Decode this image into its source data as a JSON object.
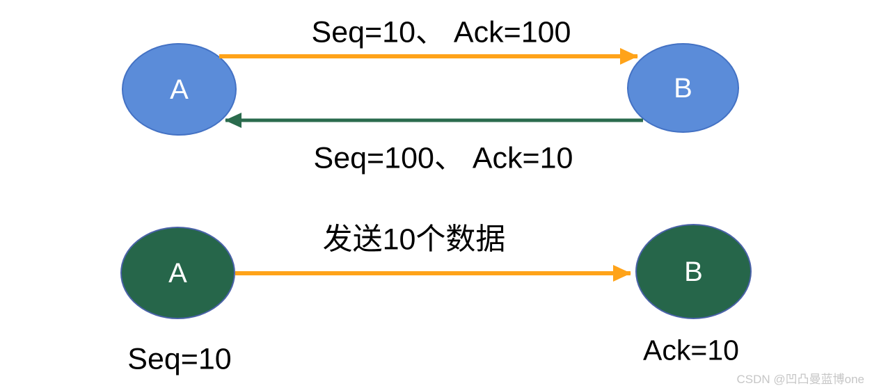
{
  "colors": {
    "orange_arrow": "#FFA319",
    "green_arrow": "#2A6B4D",
    "blue_node_fill": "#5B8CD9",
    "blue_node_border": "#4472C4",
    "green_node_fill": "#26664A",
    "green_node_border": "#4A62A8",
    "label_text": "#000000",
    "node_text": "#FFFFFF",
    "watermark_text": "#C6C6C6"
  },
  "top_diagram": {
    "node_a_label": "A",
    "node_b_label": "B",
    "forward_arrow_label": "Seq=10、 Ack=100",
    "return_arrow_label": "Seq=100、 Ack=10"
  },
  "bottom_diagram": {
    "node_a_label": "A",
    "node_b_label": "B",
    "arrow_label": "发送10个数据",
    "node_a_caption": "Seq=10",
    "node_b_caption": "Ack=10"
  },
  "watermark": "CSDN @凹凸曼蓝博one"
}
